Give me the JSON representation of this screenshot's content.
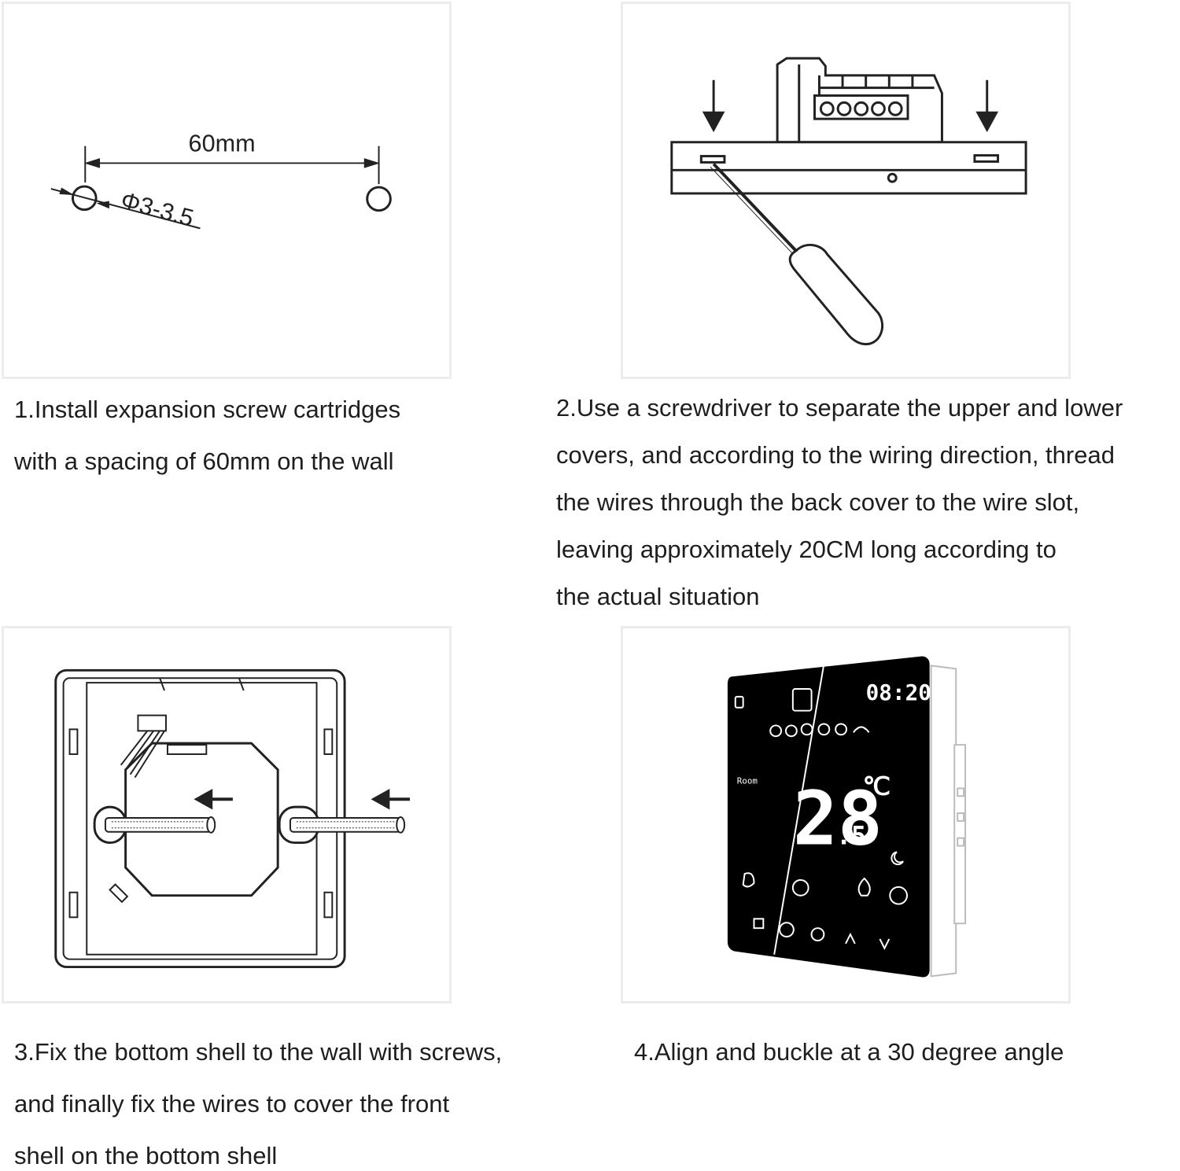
{
  "steps": [
    {
      "id": 1,
      "caption_lines": [
        "1.Install expansion screw cartridges",
        "with a spacing of 60mm on the wall"
      ],
      "figure": {
        "spacing_label": "60mm",
        "diameter_label": "Φ3-3.5"
      }
    },
    {
      "id": 2,
      "caption_lines": [
        "2.Use a screwdriver to separate the upper and lower",
        "covers, and according to the wiring direction, thread",
        "the wires through the back cover to the wire slot,",
        "leaving approximately 20CM long according to",
        "the actual situation"
      ]
    },
    {
      "id": 3,
      "caption_lines": [
        "3.Fix the bottom shell to the wall with screws,",
        "and finally fix the wires to cover the front",
        "shell on the bottom shell"
      ]
    },
    {
      "id": 4,
      "caption_lines": [
        "4.Align and buckle at a 30 degree angle"
      ],
      "figure": {
        "clock_display": "08:20",
        "temperature_main": "28",
        "temperature_decimal": ".5",
        "unit": "℃",
        "room_label": "Room"
      }
    }
  ]
}
